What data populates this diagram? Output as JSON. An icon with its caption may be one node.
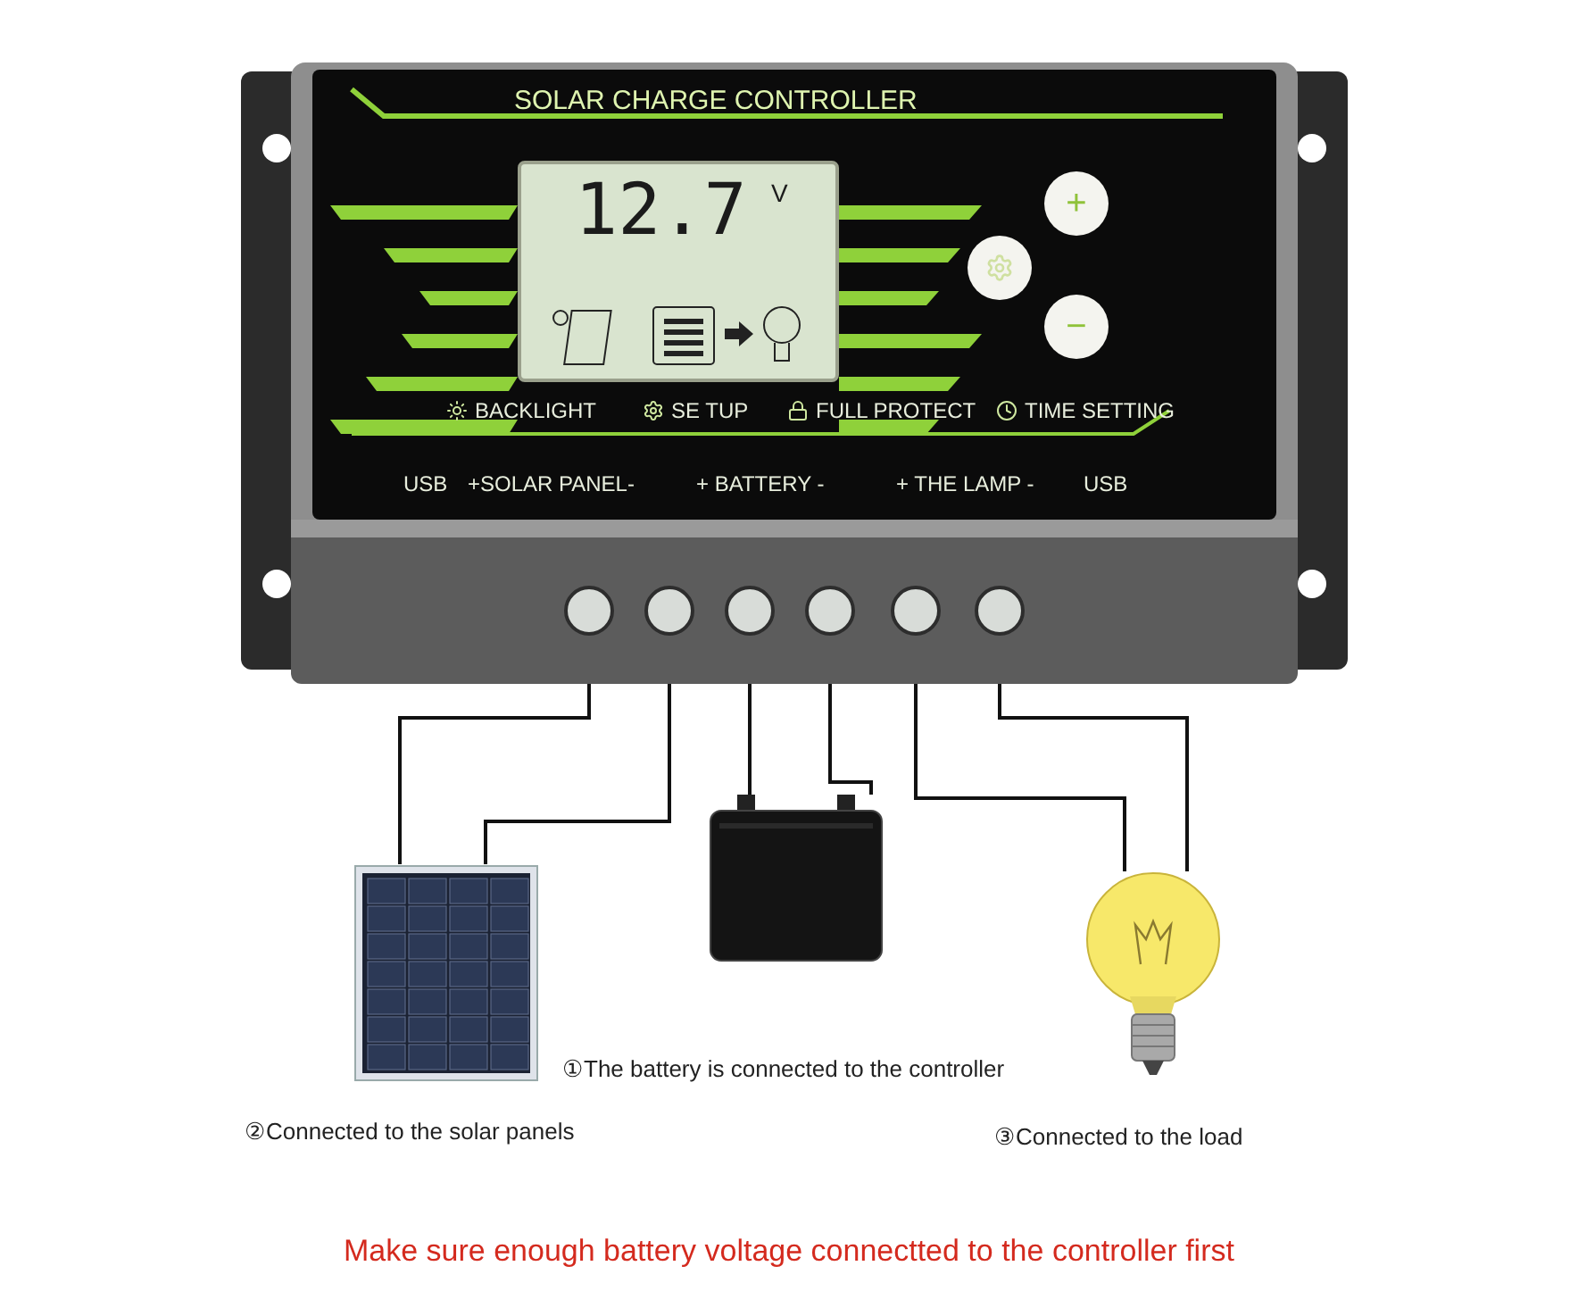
{
  "diagram": {
    "caption": "Make sure enough battery voltage connectted to the controller first",
    "nodes": [
      {
        "text": [
          "SOLAR CHARGE CONTROLLER",
          "BACKLIGHT",
          "SE TUP",
          "FULL PROTECT",
          "TIME SETTING",
          "USB",
          "+SOLAR PANEL-",
          "+ BATTERY -",
          "+ THE LAMP -",
          "USB"
        ]
      },
      {
        "text": [
          "12.7",
          "V"
        ],
        "in": 0
      },
      {
        "text": [
          "+"
        ],
        "in": 0
      },
      {
        "text": [],
        "shape": "circle",
        "in": 0
      },
      {
        "text": [
          "−"
        ],
        "in": 0
      },
      {
        "text": [],
        "shape": "circle",
        "in": 0
      },
      {
        "text": [],
        "shape": "circle",
        "in": 0
      },
      {
        "text": [],
        "shape": "circle",
        "in": 0
      },
      {
        "text": [],
        "shape": "circle",
        "in": 0
      },
      {
        "text": [],
        "shape": "circle",
        "in": 0
      },
      {
        "text": [],
        "shape": "circle",
        "in": 0
      },
      {
        "text": [],
        "shape": "picture"
      },
      {
        "text": [],
        "shape": "picture"
      },
      {
        "text": [],
        "shape": "picture"
      }
    ],
    "edges": [
      {
        "from": 5,
        "to": 11,
        "arrow": "none"
      },
      {
        "from": 6,
        "to": 11,
        "arrow": "none"
      },
      {
        "from": 7,
        "to": 12,
        "arrow": "none"
      },
      {
        "from": 8,
        "to": 12,
        "arrow": "none"
      },
      {
        "from": 9,
        "to": 13,
        "arrow": "none"
      },
      {
        "from": 10,
        "to": 13,
        "arrow": "none"
      }
    ],
    "labels": [
      "①The battery is connected to the controller",
      "②Connected to the solar panels",
      "③Connected to the load"
    ]
  }
}
